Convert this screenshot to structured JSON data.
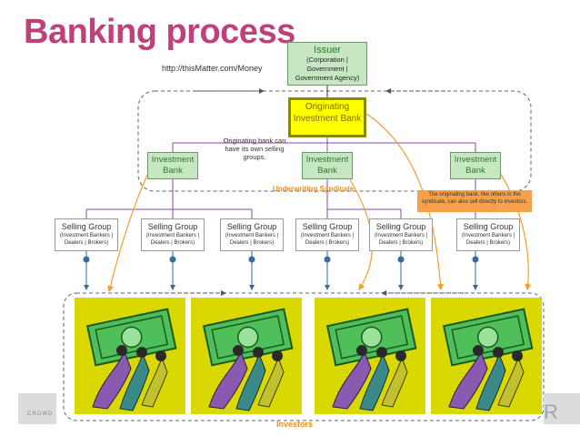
{
  "title": "Banking process",
  "url": "http://thisMatter.com/Money",
  "issuer": {
    "label": "Issuer",
    "sub": "(Corporation | Government | Government Agency)"
  },
  "originating": {
    "label": "Originating Investment Bank"
  },
  "investment_banks": [
    {
      "label": "Investment Bank"
    },
    {
      "label": "Investment Bank"
    },
    {
      "label": "Investment Bank"
    }
  ],
  "note_selling": "Originating bank can have its own selling groups.",
  "syndicate_label": "Underwriting Syndicate",
  "note_direct": "The originating bank, like others in the syndicate, can also sell directly to investors.",
  "selling_groups": [
    {
      "label": "Selling Group",
      "sub": "(Investment Bankers | Dealers | Brokers)"
    },
    {
      "label": "Selling Group",
      "sub": "(Investment Bankers | Dealers | Brokers)"
    },
    {
      "label": "Selling Group",
      "sub": "(Investment Bankers | Dealers | Brokers)"
    },
    {
      "label": "Selling Group",
      "sub": "(Investment Bankers | Dealers | Brokers)"
    },
    {
      "label": "Selling Group",
      "sub": "(Investment Bankers | Dealers | Brokers)"
    },
    {
      "label": "Selling Group",
      "sub": "(Investment Bankers | Dealers | Brokers)"
    }
  ],
  "investors_label": "Investors",
  "footer_left": "CROWD",
  "footer_right": "R",
  "colors": {
    "title": "#c0407a",
    "green_box": "#c6e7c2",
    "yellow": "#ffff00",
    "orange": "#f5a04a",
    "panel": "#d9d800",
    "connector": "#8a4ab0",
    "arrow_orange": "#f0a030"
  }
}
